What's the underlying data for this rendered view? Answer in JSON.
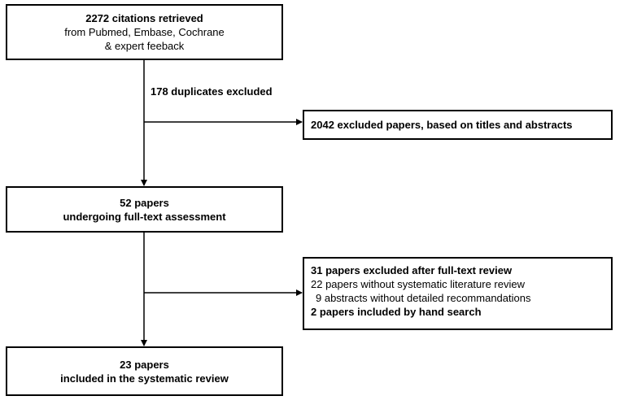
{
  "boxes": {
    "retrieved": {
      "title": "2272 citations retrieved",
      "line2": "from Pubmed, Embase, Cochrane",
      "line3": "& expert feeback"
    },
    "excluded_titles": {
      "title": "2042 excluded papers, based on titles and abstracts"
    },
    "fulltext": {
      "title": "52 papers",
      "line2": "undergoing full-text assessment"
    },
    "excluded_fulltext": {
      "title": "31 papers excluded after full-text review",
      "line2": "22 papers without systematic literature review",
      "line3": "9 abstracts without detailed recommandations",
      "line4": "2 papers included by hand search"
    },
    "included": {
      "title": "23 papers",
      "line2": "included in the systematic review"
    }
  },
  "labels": {
    "duplicates": "178 duplicates excluded"
  }
}
